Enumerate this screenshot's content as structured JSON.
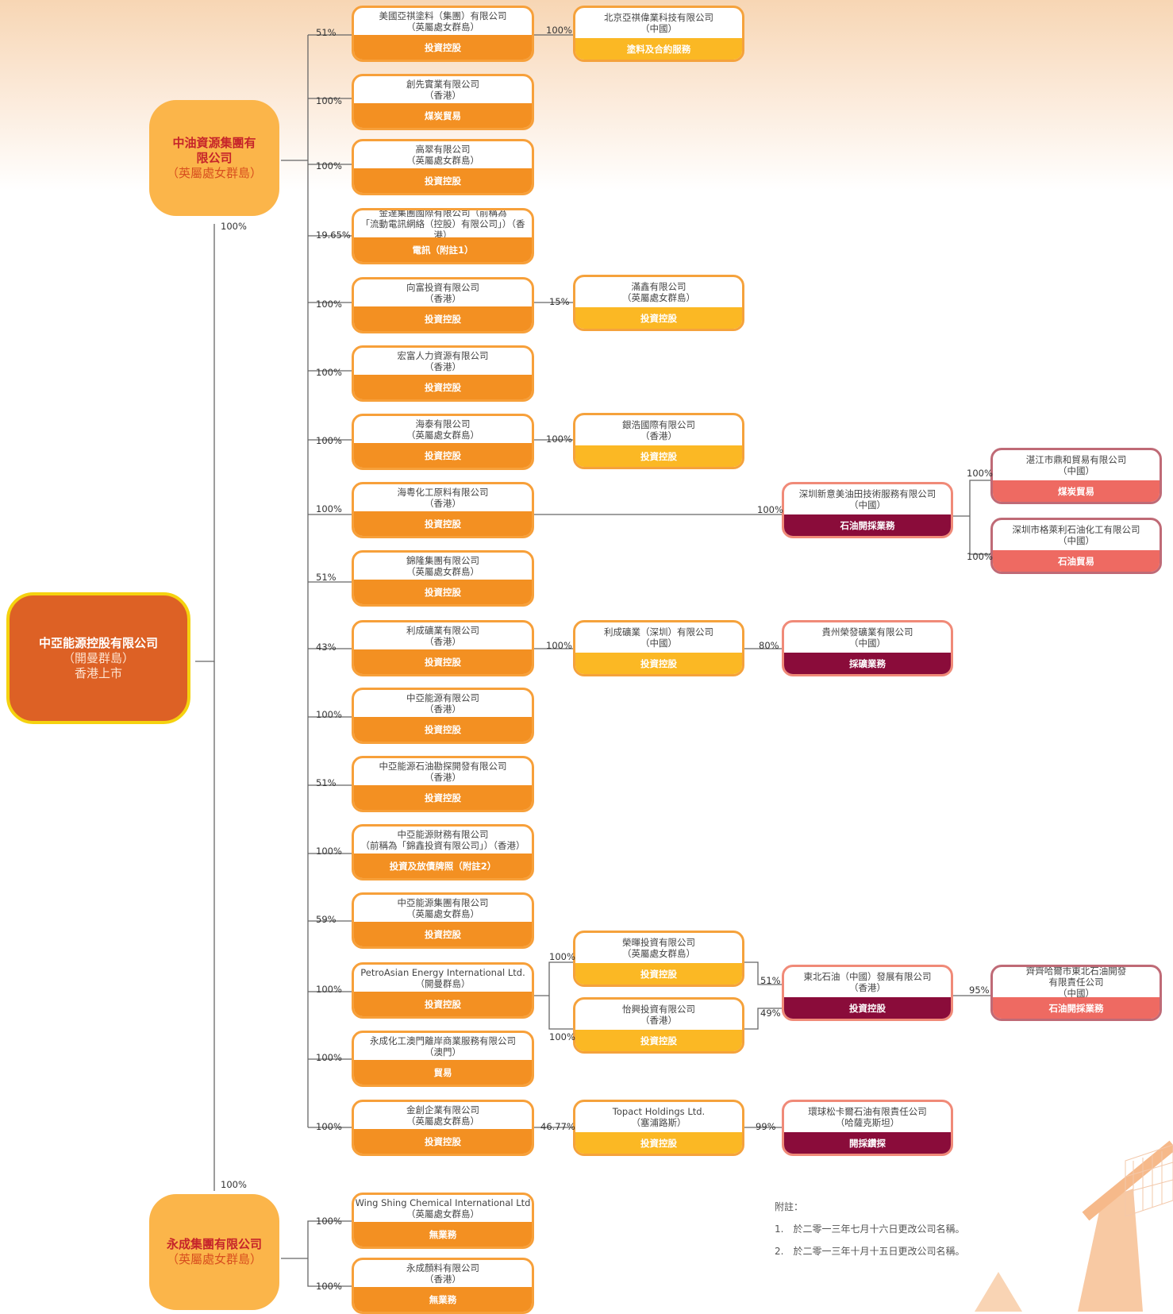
{
  "colors": {
    "holding_bar": "#f39022",
    "holding_border": "#f7a03a",
    "sub_bar": "#fbb824",
    "upstream_bar": "#8a0c3a",
    "pink_bar": "#ee6a62",
    "root_fill": "#dd6125",
    "root_border": "#f5d20f",
    "mid_fill": "#fbb54a"
  },
  "root": {
    "name": "中亞能源控股有限公司",
    "place": "（開曼群島）",
    "note": "香港上市"
  },
  "mid1": {
    "name": "中油資源集團有限公司",
    "place": "（英屬處女群島）",
    "pct": "100%"
  },
  "mid2": {
    "name": "永成集團有限公司",
    "place": "（英屬處女群島）",
    "pct": "100%"
  },
  "boxes": [
    {
      "n1": "美國亞祺塗料（集團）有限公司",
      "n2": "（英屬處女群島）",
      "bar": "投資控股",
      "pct": "51%"
    },
    {
      "n1": "創先實業有限公司",
      "n2": "（香港）",
      "bar": "煤炭貿易",
      "pct": "100%"
    },
    {
      "n1": "高翠有限公司",
      "n2": "（英屬處女群島）",
      "bar": "投資控股",
      "pct": "100%"
    },
    {
      "n1": "金達集團國際有限公司（前稱為",
      "n2": "「流動電訊網絡（控股）有限公司」）（香港）",
      "bar": "電訊（附註1）",
      "pct": "19.65%"
    },
    {
      "n1": "向富投資有限公司",
      "n2": "（香港）",
      "bar": "投資控股",
      "pct": "100%"
    },
    {
      "n1": "宏富人力資源有限公司",
      "n2": "（香港）",
      "bar": "投資控股",
      "pct": "100%"
    },
    {
      "n1": "海泰有限公司",
      "n2": "（英屬處女群島）",
      "bar": "投資控股",
      "pct": "100%"
    },
    {
      "n1": "海粵化工原料有限公司",
      "n2": "（香港）",
      "bar": "投資控股",
      "pct": "100%"
    },
    {
      "n1": "錦隆集團有限公司",
      "n2": "（英屬處女群島）",
      "bar": "投資控股",
      "pct": "51%"
    },
    {
      "n1": "利成礦業有限公司",
      "n2": "（香港）",
      "bar": "投資控股",
      "pct": "43%"
    },
    {
      "n1": "中亞能源有限公司",
      "n2": "（香港）",
      "bar": "投資控股",
      "pct": "100%"
    },
    {
      "n1": "中亞能源石油勘探開發有限公司",
      "n2": "（香港）",
      "bar": "投資控股",
      "pct": "51%"
    },
    {
      "n1": "中亞能源財務有限公司",
      "n2": "（前稱為「錦鑫投資有限公司」）（香港）",
      "bar": "投資及放債牌照（附註2）",
      "pct": "100%"
    },
    {
      "n1": "中亞能源集團有限公司",
      "n2": "（英屬處女群島）",
      "bar": "投資控股",
      "pct": "59%"
    },
    {
      "n1": "PetroAsian Energy International Ltd.",
      "n2": "（開曼群島）",
      "bar": "投資控股",
      "pct": "100%"
    },
    {
      "n1": "永成化工澳門離岸商業服務有限公司",
      "n2": "（澳門）",
      "bar": "貿易",
      "pct": "100%"
    },
    {
      "n1": "金創企業有限公司",
      "n2": "（英屬處女群島）",
      "bar": "投資控股",
      "pct": "100%"
    },
    {
      "n1": "Wing Shing Chemical International Ltd",
      "n2": "（英屬處女群島）",
      "bar": "無業務",
      "pct": "100%"
    },
    {
      "n1": "永成顏料有限公司",
      "n2": "（香港）",
      "bar": "無業務",
      "pct": "100%"
    }
  ],
  "col3": [
    {
      "n1": "北京亞祺偉業科技有限公司",
      "n2": "（中國）",
      "bar": "塗料及合約服務",
      "pct": "100%"
    },
    {
      "n1": "滿鑫有限公司",
      "n2": "（英屬處女群島）",
      "bar": "投資控股",
      "pct": "15%"
    },
    {
      "n1": "銀浩國際有限公司",
      "n2": "（香港）",
      "bar": "投資控股",
      "pct": "100%"
    },
    {
      "n1": "利成礦業（深圳）有限公司",
      "n2": "（中國）",
      "bar": "投資控股",
      "pct": "100%"
    },
    {
      "n1": "榮暉投資有限公司",
      "n2": "（英屬處女群島）",
      "bar": "投資控股",
      "pct": "100%"
    },
    {
      "n1": "怡興投資有限公司",
      "n2": "（香港）",
      "bar": "投資控股",
      "pct": "100%"
    },
    {
      "n1": "Topact Holdings Ltd.",
      "n2": "（塞浦路斯）",
      "bar": "投資控股",
      "pct": "46.77%"
    }
  ],
  "col4": [
    {
      "n1": "深圳新意美油田技術服務有限公司",
      "n2": "（中國）",
      "bar": "石油開採業務",
      "pct": "100%"
    },
    {
      "n1": "貴州榮發礦業有限公司",
      "n2": "（中國）",
      "bar": "採礦業務",
      "pct": "80%"
    },
    {
      "n1": "東北石油（中國）發展有限公司",
      "n2": "（香港）",
      "bar": "投資控股",
      "pct_a": "51%",
      "pct_b": "49%"
    },
    {
      "n1": "環球松卡爾石油有限責任公司",
      "n2": "（哈薩克斯坦）",
      "bar": "開採鑽探",
      "pct": "99%"
    }
  ],
  "col5": [
    {
      "n1": "湛江市鼎和貿易有限公司",
      "n2": "（中國）",
      "bar": "煤炭貿易",
      "pct": "100%"
    },
    {
      "n1": "深圳市格萊利石油化工有限公司",
      "n2": "（中國）",
      "bar": "石油貿易",
      "pct": "100%"
    },
    {
      "n1": "齊齊哈爾市東北石油開發",
      "n1b": "有限責任公司",
      "n2": "（中國）",
      "bar": "石油開採業務",
      "pct": "95%"
    }
  ],
  "notes": {
    "title": "附註：",
    "n1": "1.　於二零一三年七月十六日更改公司名稱。",
    "n2": "2.　於二零一三年十月十五日更改公司名稱。"
  }
}
